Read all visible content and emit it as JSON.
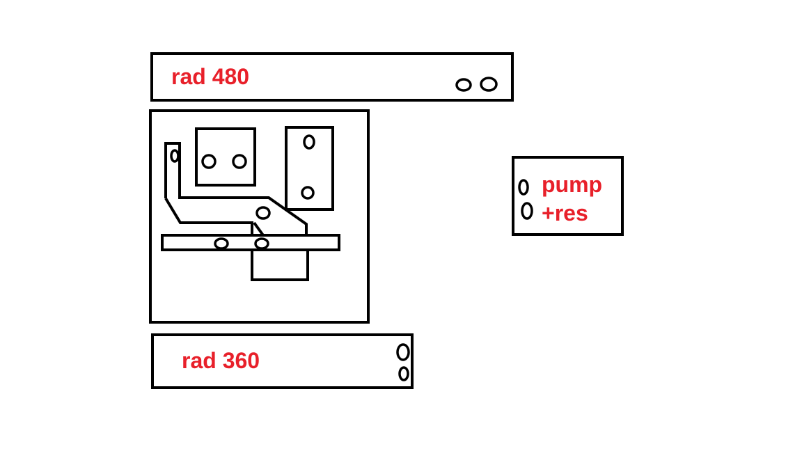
{
  "labels": {
    "rad480": "rad 480",
    "rad360": "rad 360",
    "pump_line1": "pump",
    "pump_line2": "+res"
  },
  "colors": {
    "label": "#e8202a",
    "stroke": "#000000",
    "background": "#ffffff"
  }
}
